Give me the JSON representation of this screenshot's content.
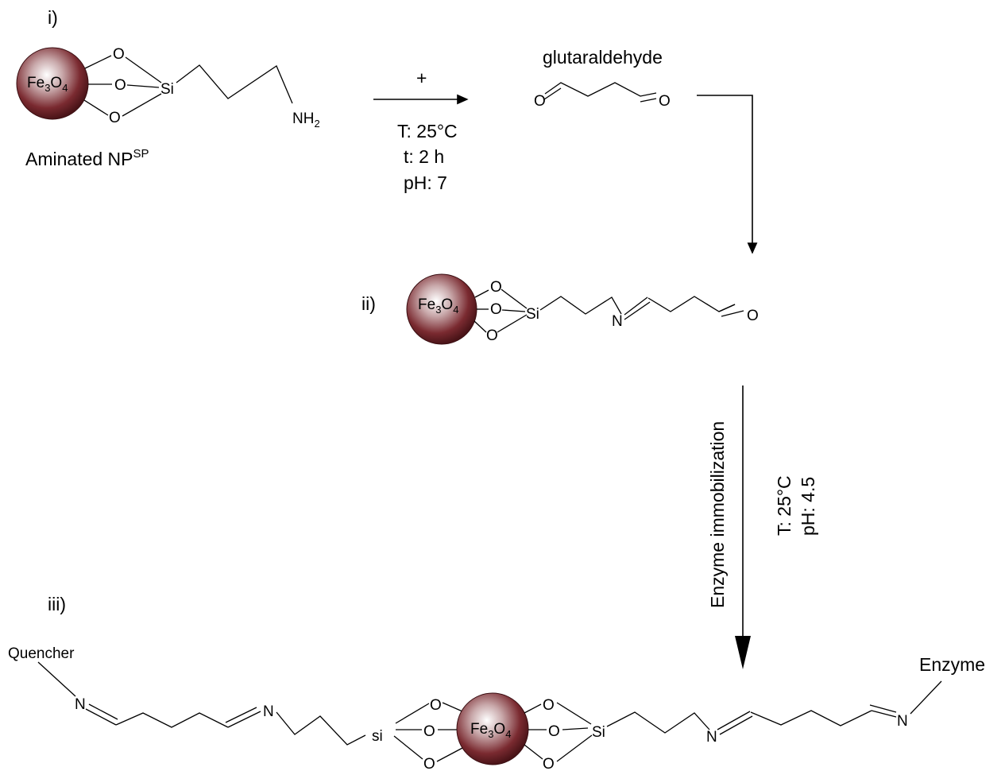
{
  "steps": {
    "step1": "i)",
    "step2": "ii)",
    "step3": "iii)"
  },
  "labels": {
    "aminated_np": "Aminated NP",
    "aminated_np_sup": "SP",
    "glutaraldehyde": "glutaraldehyde",
    "plus": "+",
    "quencher": "Quencher",
    "enzyme": "Enzyme",
    "enzyme_immobilization": "Enzyme immobilization"
  },
  "atoms": {
    "fe": "Fe",
    "fe_sub": "3",
    "o": "O",
    "o_sub": "4",
    "si": "Si",
    "si_lower": "si",
    "n": "N",
    "nh": "NH",
    "nh_sub": "2"
  },
  "conditions1": {
    "temp": "T:  25°C",
    "time": "t:    2 h",
    "ph": "pH: 7"
  },
  "conditions2": {
    "temp": "T:  25°C",
    "ph": "pH:   4.5"
  },
  "colors": {
    "sphere_dark": "#5e1c20",
    "sphere_light": "#ffffff"
  }
}
